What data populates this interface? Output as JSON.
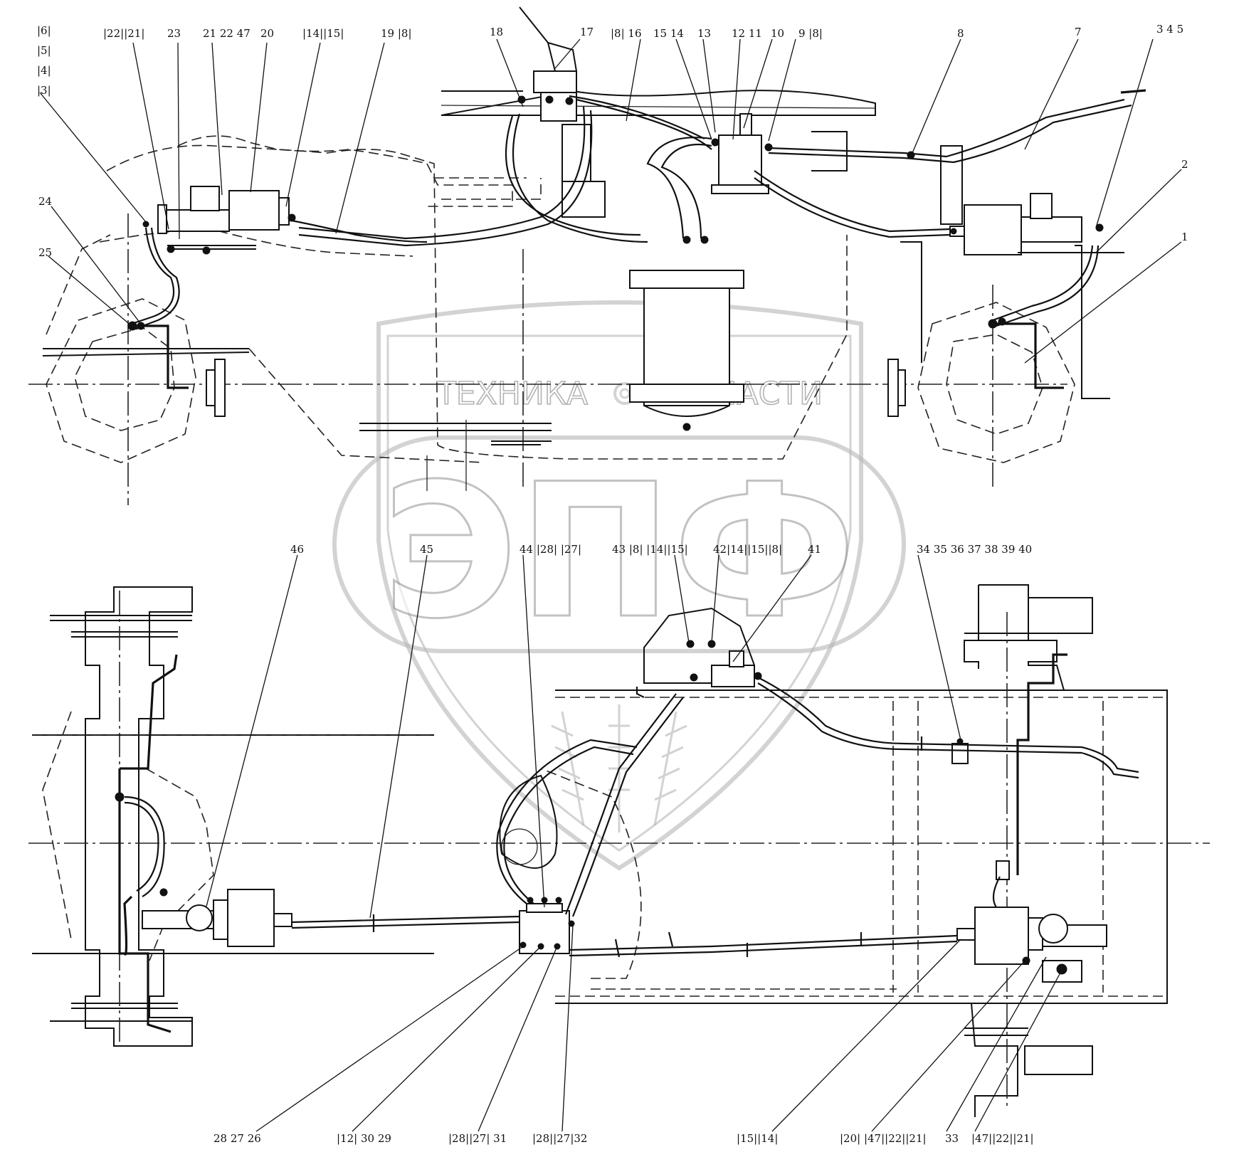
{
  "top_labels": [
    "|6|",
    "|5|",
    "|4|",
    "|3|",
    "|22||21|",
    "23",
    "21 22 47",
    "20",
    "|14||15|",
    "19 |8|",
    "18",
    "17",
    "|8| 16",
    "15 14",
    "13",
    "12 11",
    "10",
    "9 |8|",
    "8",
    "7",
    "3 4 5",
    "2",
    "1",
    "24",
    "25"
  ],
  "bottom_labels": [
    "46",
    "45",
    "44 |28| |27|",
    "43 |8| |14||15|",
    "42|14||15||8|",
    "41",
    "34 35 36 37 38 39 40",
    "28 27 26",
    "|12| 30 29",
    "|28||27| 31",
    "|28||27|32",
    "|15||14|",
    "|20| |47||22||21|",
    "33",
    "|47||22||21|"
  ],
  "watermark": {
    "word_left": "ТЕХНИКА",
    "word_right": "ЗАПЧАСТИ",
    "big": "ЭПФ"
  }
}
